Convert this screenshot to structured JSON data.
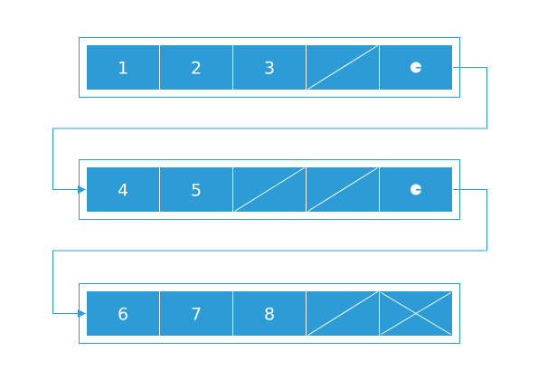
{
  "colors": {
    "background": "#ffffff",
    "block_outline": "#2d9bd6",
    "cell_fill": "#2d9bd6",
    "cell_divider": "#ffffff",
    "connector": "#2d9bd6"
  },
  "blocks": [
    {
      "cells": [
        {
          "kind": "value",
          "label": "1"
        },
        {
          "kind": "value",
          "label": "2"
        },
        {
          "kind": "value",
          "label": "3"
        },
        {
          "kind": "empty"
        },
        {
          "kind": "pointer"
        }
      ]
    },
    {
      "cells": [
        {
          "kind": "value",
          "label": "4"
        },
        {
          "kind": "value",
          "label": "5"
        },
        {
          "kind": "empty"
        },
        {
          "kind": "empty"
        },
        {
          "kind": "pointer"
        }
      ]
    },
    {
      "cells": [
        {
          "kind": "value",
          "label": "6"
        },
        {
          "kind": "value",
          "label": "7"
        },
        {
          "kind": "value",
          "label": "8"
        },
        {
          "kind": "empty"
        },
        {
          "kind": "null-pointer"
        }
      ]
    }
  ],
  "icons": {
    "pointer": "pointer-dot-icon",
    "empty": "empty-slot-slash-icon",
    "null_pointer": "null-pointer-cross-icon",
    "arrow": "arrowhead-icon"
  }
}
